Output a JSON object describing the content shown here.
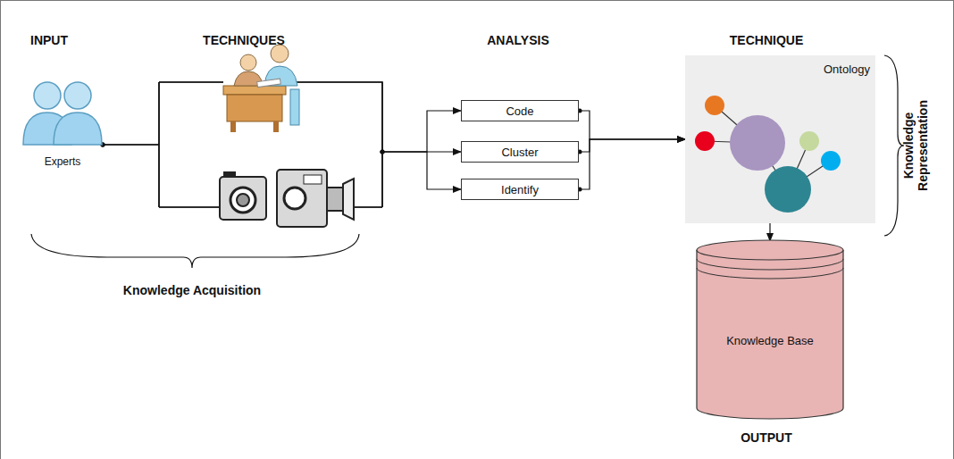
{
  "diagram": {
    "nodes": [
      {
        "text": [
          "Experts"
        ]
      },
      {
        "text": [
          "Code"
        ]
      },
      {
        "text": [
          "Cluster"
        ]
      },
      {
        "text": [
          "Identify"
        ]
      },
      {
        "text": [
          "Ontology"
        ]
      },
      {
        "text": [
          "Knowledge Base"
        ]
      }
    ],
    "edges": [
      {
        "from": 0,
        "to": 1,
        "arrow": "to"
      },
      {
        "from": 0,
        "to": 2,
        "arrow": "to"
      },
      {
        "from": 0,
        "to": 3,
        "arrow": "to"
      },
      {
        "from": 1,
        "to": 4,
        "arrow": "to"
      },
      {
        "from": 2,
        "to": 4,
        "arrow": "to"
      },
      {
        "from": 3,
        "to": 4,
        "arrow": "to"
      },
      {
        "from": 4,
        "to": 5,
        "arrow": "to"
      }
    ],
    "labels": [
      "INPUT",
      "TECHNIQUES",
      "ANALYSIS",
      "TECHNIQUE",
      "Knowledge Acquisition",
      "Knowledge Representation",
      "OUTPUT"
    ]
  }
}
